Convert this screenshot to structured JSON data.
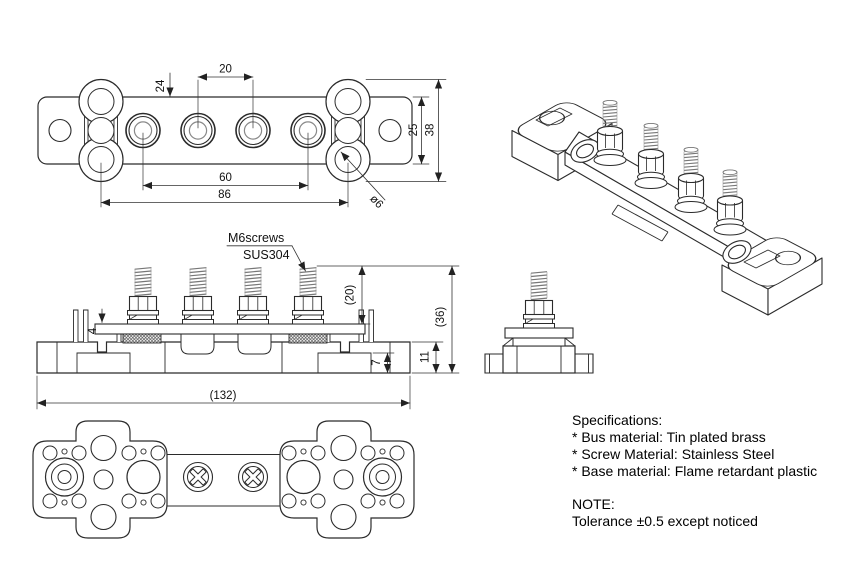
{
  "dims_top": {
    "d24": "24",
    "d20": "20",
    "d25": "25",
    "d38": "38",
    "d60": "60",
    "d86": "86",
    "dia": "ø6"
  },
  "dims_front": {
    "d4": "4",
    "d20p": "(20)",
    "d36p": "(36)",
    "d7": "7",
    "d11": "11",
    "d132p": "(132)"
  },
  "callout": {
    "line1": "M6screws",
    "line2": "SUS304"
  },
  "specifications": {
    "title": "Specifications:",
    "items": [
      "* Bus material: Tin plated brass",
      "* Screw Material: Stainless Steel",
      "* Base material: Flame retardant plastic"
    ],
    "note_title": "NOTE:",
    "note_text": "Tolerance ±0.5 except noticed"
  }
}
